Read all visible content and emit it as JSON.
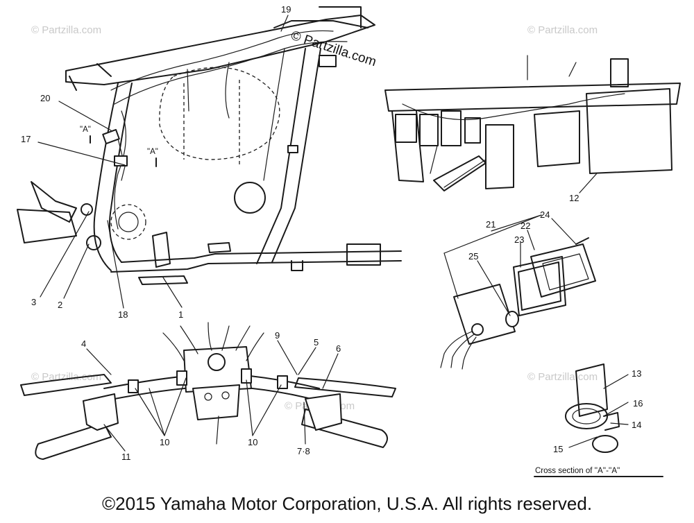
{
  "watermark": {
    "main": "© Partzilla.com",
    "faint": "© Partzilla.com"
  },
  "callouts": {
    "c1": "1",
    "c2": "2",
    "c3": "3",
    "c4": "4",
    "c5": "5",
    "c6": "6",
    "c78": "7·8",
    "c9": "9",
    "c10a": "10",
    "c10b": "10",
    "c11": "11",
    "c12": "12",
    "c13": "13",
    "c14": "14",
    "c15": "15",
    "c16": "16",
    "c17": "17",
    "c18": "18",
    "c19": "19",
    "c20": "20",
    "c21": "21",
    "c22": "22",
    "c23": "23",
    "c24": "24",
    "c25": "25"
  },
  "section_marks": {
    "a_upper": "\"A\"",
    "a_lower": "\"A\""
  },
  "cross_section_caption": "Cross section of ''A''-''A''",
  "copyright": "©2015 Yamaha Motor Corporation, U.S.A. All rights reserved."
}
